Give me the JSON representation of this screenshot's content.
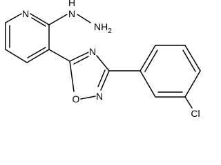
{
  "molecule": {
    "atoms": {
      "pyridine_n": "N",
      "hydrazine_nh": "N",
      "hydrazine_h": "H",
      "amine": "NH",
      "amine_subscript": "2",
      "oxadiazole_n4": "N",
      "oxadiazole_o": "O",
      "oxadiazole_n2": "N",
      "chlorine": "Cl"
    },
    "colors": {
      "bond": "#000000",
      "label": "#000000",
      "background": "#ffffff"
    }
  }
}
